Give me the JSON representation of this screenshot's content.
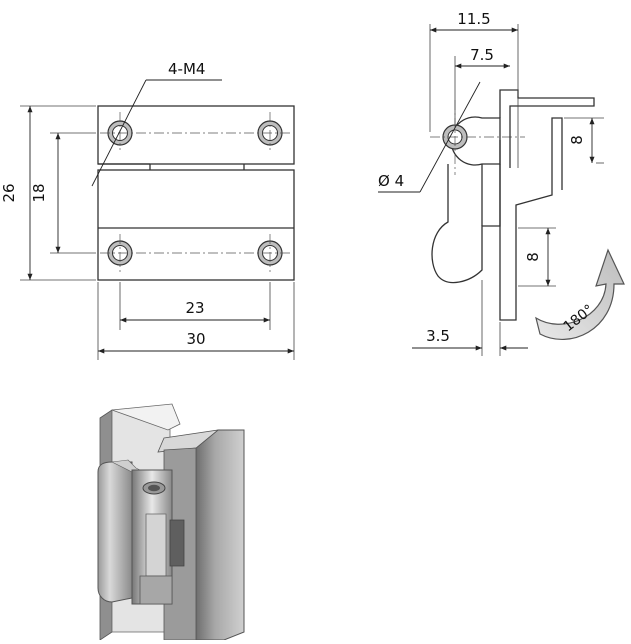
{
  "front_view": {
    "thread_callout": "4-M4",
    "dim_total_height": "26",
    "dim_hole_pitch_vertical": "18",
    "dim_hole_pitch_horizontal": "23",
    "dim_total_width": "30"
  },
  "side_view": {
    "dim_overall_depth": "11.5",
    "dim_pin_offset": "7.5",
    "dim_pin_diameter": "Ø 4",
    "dim_upper_leaf": "8",
    "dim_lower_leaf": "8",
    "dim_leaf_thickness": "3.5",
    "rotation_label": "180°"
  },
  "colors": {
    "line": "#333333",
    "metal_light": "#e6e6e6",
    "metal_mid": "#b8b8b8",
    "metal_dark": "#7a7a7a"
  }
}
